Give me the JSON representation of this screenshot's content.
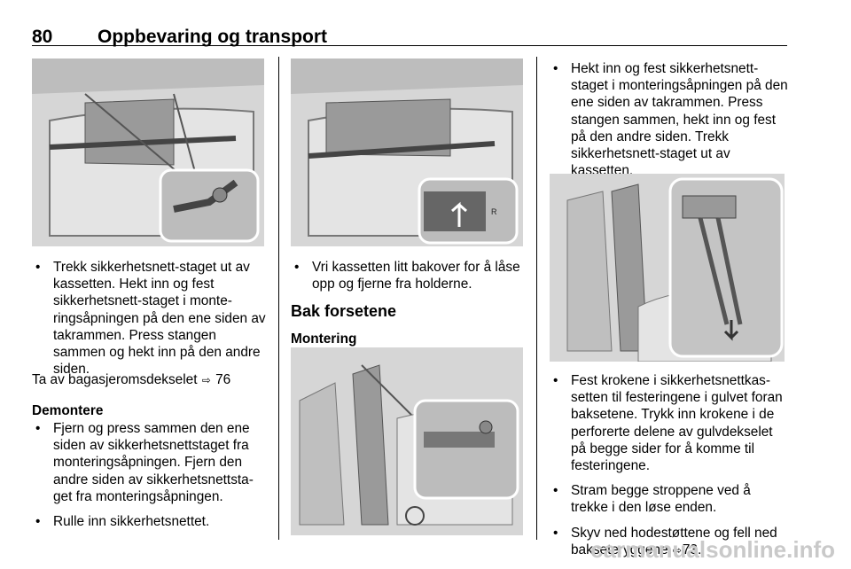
{
  "header": {
    "page_number": "80",
    "title": "Oppbevaring og transport"
  },
  "col1": {
    "bullets_top": [
      "Trekk sikkerhetsnett-staget ut av kassetten. Hekt inn og fest sikkerhetsnett-staget i monte-ringsåpningen på den ene siden av takrammen. Press stangen sammen og hekt inn på den andre siden."
    ],
    "ref_line_text": "Ta av bagasjeromsdekselet",
    "ref_line_page": "76",
    "section_heading": "Demontere",
    "bullets_bottom": [
      "Fjern og press sammen den ene siden av sikkerhetsnettstaget fra monteringsåpningen. Fjern den andre siden av sikkerhetsnettsta-get fra monteringsåpningen.",
      "Rulle inn sikkerhetsnettet."
    ]
  },
  "col2": {
    "bullets": [
      "Vri kassetten litt bakover for å låse opp og fjerne fra holderne."
    ],
    "heading": "Bak forsetene",
    "subheading": "Montering",
    "illus_label": "R"
  },
  "col3": {
    "bullets_top": [
      "Hekt inn og fest sikkerhetsnett-staget i monteringsåpningen på den ene siden av takrammen. Press stangen sammen, hekt inn og fest på den andre siden. Trekk sikkerhetsnett-staget ut av kassetten."
    ],
    "bullets_bottom": [
      "Fest krokene i sikkerhetsnettkas-setten til festeringene i gulvet foran baksetene. Trykk inn krokene i de perforerte delene av gulvdekselet på begge sider for å komme til festeringene.",
      "Stram begge stroppene ved å trekke i den løse enden."
    ],
    "last_bullet_text": "Skyv ned hodestøttene og fell ned bakseteryggene",
    "last_bullet_page": "73."
  },
  "watermark": "carmanualsonline.info",
  "icons": {
    "bullet": "•",
    "ref": "⇨"
  }
}
